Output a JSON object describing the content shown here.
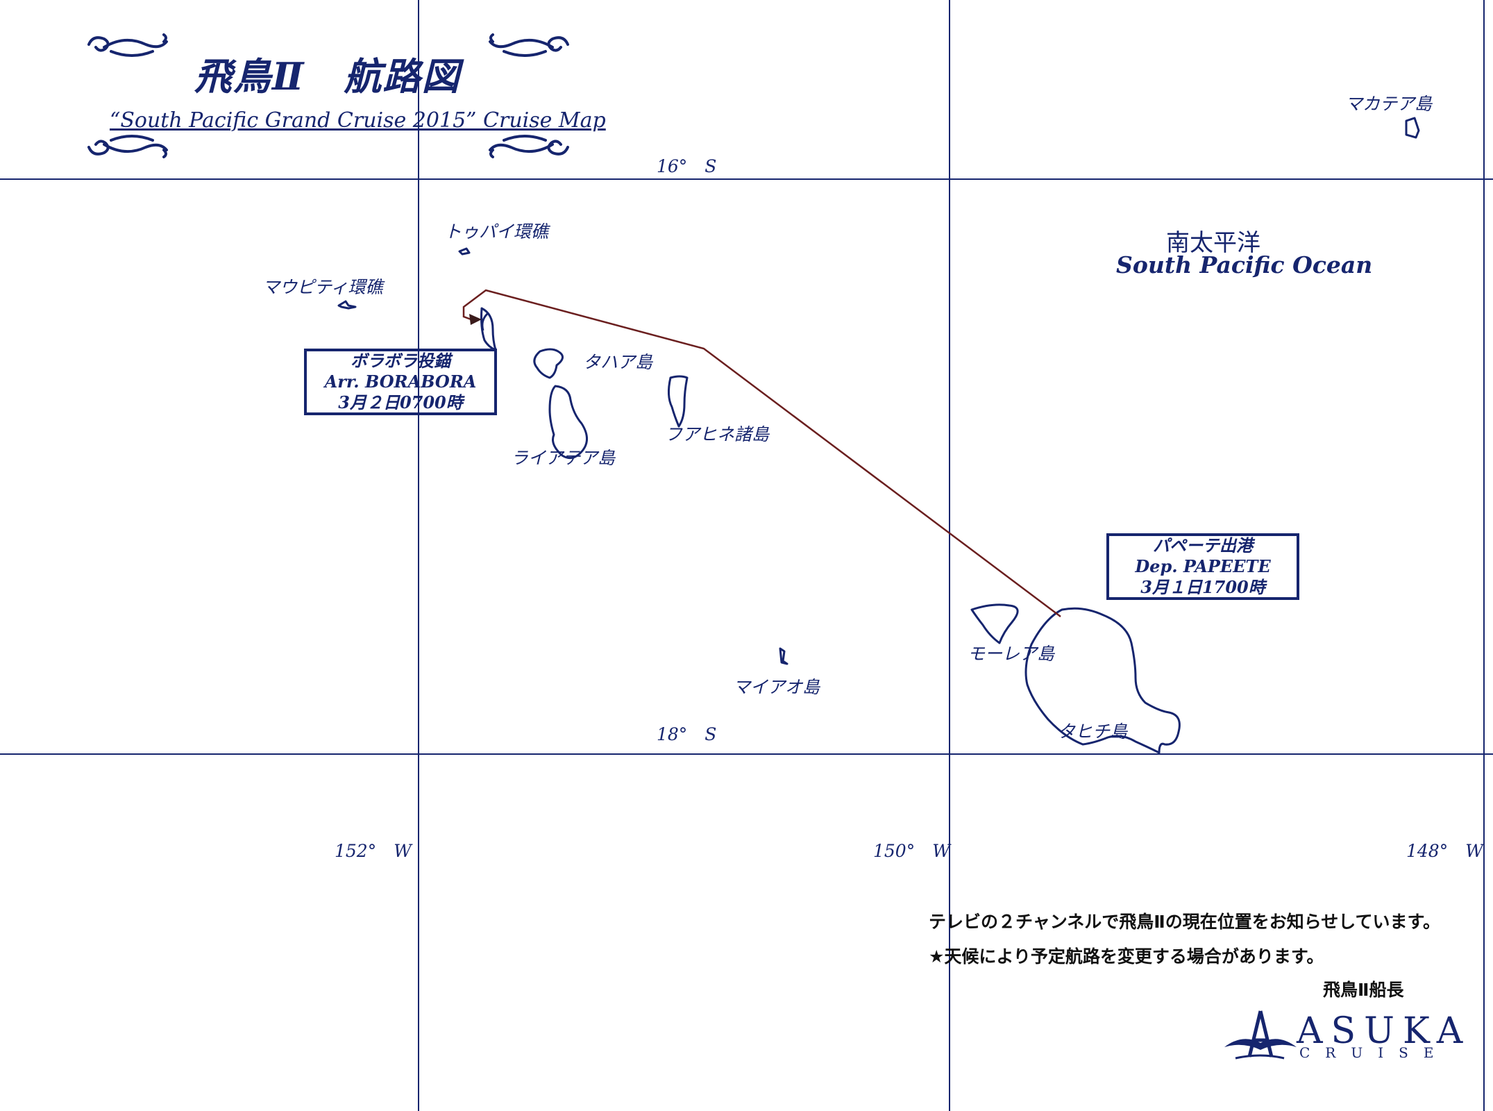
{
  "title": {
    "ja": "飛鳥Ⅱ　航路図",
    "en": "“South Pacific Grand Cruise 2015” Cruise Map"
  },
  "latitudes": {
    "north": "16°　S",
    "south": "18°　S"
  },
  "longitudes": {
    "west": "152°　W",
    "middle": "150°　W",
    "east": "148°　W"
  },
  "ocean": {
    "ja": "南太平洋",
    "en": "South Pacific Ocean"
  },
  "islands": {
    "makatea": "マカテア島",
    "tupai": "トゥパイ環礁",
    "maupiti": "マウピティ環礁",
    "tahaa": "タハア島",
    "huahine": "フアヒネ諸島",
    "raiatea": "ライアテア島",
    "moorea": "モーレア島",
    "maiao": "マイアオ島",
    "tahiti": "タヒチ島"
  },
  "ports": {
    "arrival": {
      "ja": "ボラボラ投錨",
      "en": "Arr. BORABORA",
      "time": "3月２日0700時"
    },
    "departure": {
      "ja": "パペーテ出港",
      "en": "Dep. PAPEETE",
      "time": "3月１日1700時"
    }
  },
  "notes": {
    "line1": "テレビの２チャンネルで飛鳥Ⅱの現在位置をお知らせしています。",
    "line2": "★天候により予定航路を変更する場合があります。",
    "signature": "飛鳥Ⅱ船長"
  },
  "logo": {
    "main": "ASUKA",
    "sub": "CRUISE"
  },
  "colors": {
    "ink": "#16256e",
    "route": "#6b1f1f",
    "background": "#ffffff"
  }
}
